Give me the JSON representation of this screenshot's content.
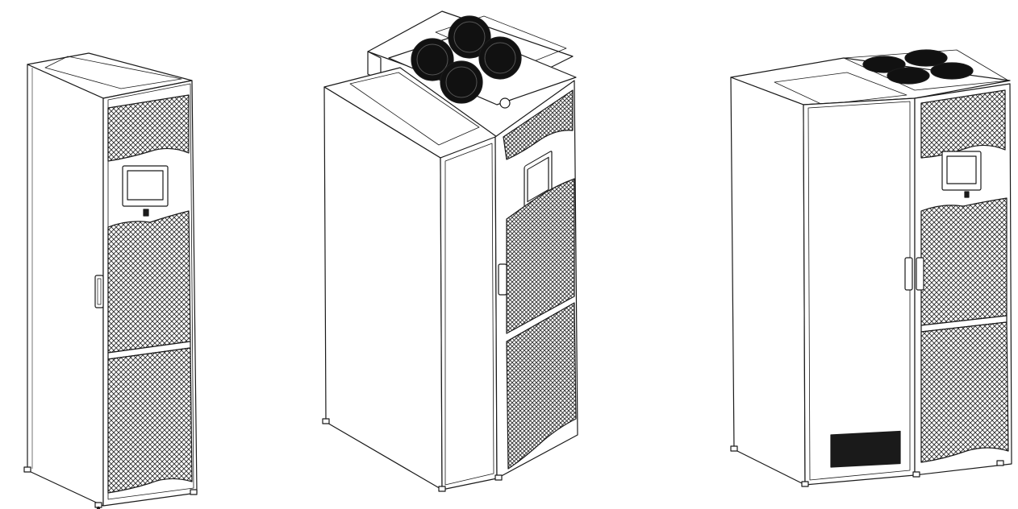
{
  "figure": {
    "panels": [
      {
        "id": "cabinet-single",
        "mesh_zones": 3,
        "has_touchscreen": true,
        "has_top_fans": false
      },
      {
        "id": "cabinet-with-fan-module",
        "mesh_zones": 3,
        "has_touchscreen": true,
        "has_top_fans": true,
        "fan_count": 4
      },
      {
        "id": "cabinet-pair",
        "mesh_zones": 3,
        "has_touchscreen": true,
        "has_top_fans": true,
        "fan_count": 4
      }
    ],
    "colors": {
      "line": "#1a1a1a",
      "fill": "#ffffff",
      "mesh": "#2b2b2b",
      "fan": "#111111"
    }
  }
}
